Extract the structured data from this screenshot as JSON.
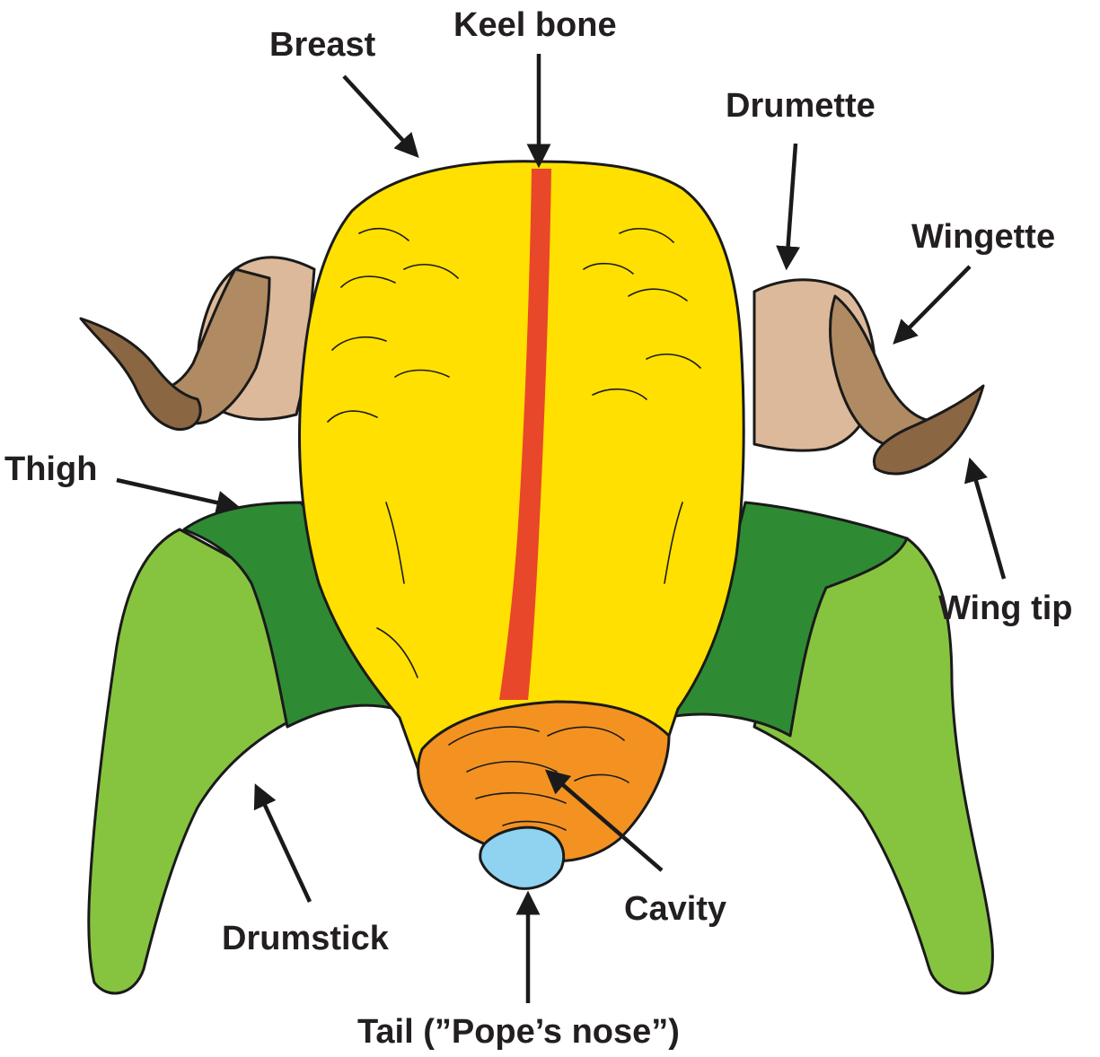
{
  "labels": {
    "breast": "Breast",
    "keel_bone": "Keel bone",
    "drumette": "Drumette",
    "wingette": "Wingette",
    "thigh": "Thigh",
    "wing_tip": "Wing tip",
    "drumstick": "Drumstick",
    "cavity": "Cavity",
    "tail": "Tail (”Pope’s nose”)"
  },
  "colors": {
    "breast": "#ffe000",
    "keel_bone": "#e8472a",
    "thigh": "#2e8b34",
    "drumstick": "#86c440",
    "drumette": "#dcb99a",
    "wing_dark": "#8a6642",
    "cavity": "#f39221",
    "tail": "#8fd3f0"
  }
}
